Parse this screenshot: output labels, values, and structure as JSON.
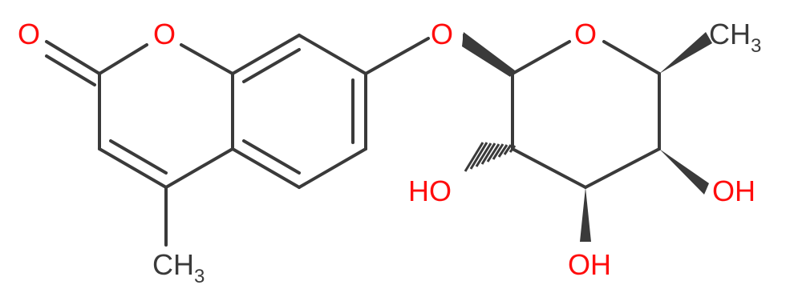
{
  "molecule": {
    "labels": {
      "carbonyl_oxygen": "O",
      "ring_oxygen_coumarin": "O",
      "ether_oxygen": "O",
      "ring_oxygen_sugar": "O",
      "methyl_sugar": {
        "main": "CH",
        "sub": "3"
      },
      "methyl_coumarin": {
        "main": "CH",
        "sub": "3"
      },
      "hydroxyl_left": "HO",
      "hydroxyl_right": "OH",
      "hydroxyl_bottom": "OH"
    },
    "colors": {
      "bond": "#3a3a3a",
      "heteroatom": "#ff0d0d",
      "carbon": "#3a3a3a"
    }
  }
}
